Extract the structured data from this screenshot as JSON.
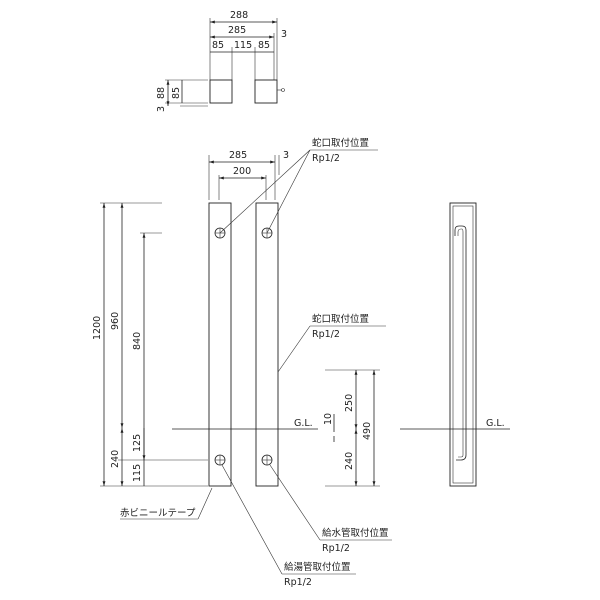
{
  "plan_view": {
    "overall_width": "288",
    "inner_width": "285",
    "side_offset": "3",
    "post_left": "85",
    "gap": "115",
    "post_right": "85",
    "depth_total": "88",
    "depth_post": "85",
    "depth_offset": "3"
  },
  "front_view": {
    "width_285": "285",
    "offset_3": "3",
    "width_200": "200",
    "height_1200": "1200",
    "height_960": "960",
    "height_840": "840",
    "dim_125": "125",
    "dim_240": "240",
    "dim_115": "115",
    "dim_250": "250",
    "dim_490": "490",
    "dim_10": "10",
    "dim_240_right": "240",
    "ground_line": "G.L."
  },
  "side_view": {
    "ground_line": "G.L."
  },
  "labels": {
    "faucet_top_title": "蛇口取付位置",
    "faucet_top_spec": "Rp1/2",
    "faucet_mid_title": "蛇口取付位置",
    "faucet_mid_spec": "Rp1/2",
    "red_tape": "赤ビニールテープ",
    "water_supply_title": "給水管取付位置",
    "water_supply_spec": "Rp1/2",
    "hot_water_title": "給湯管取付位置",
    "hot_water_spec": "Rp1/2"
  }
}
